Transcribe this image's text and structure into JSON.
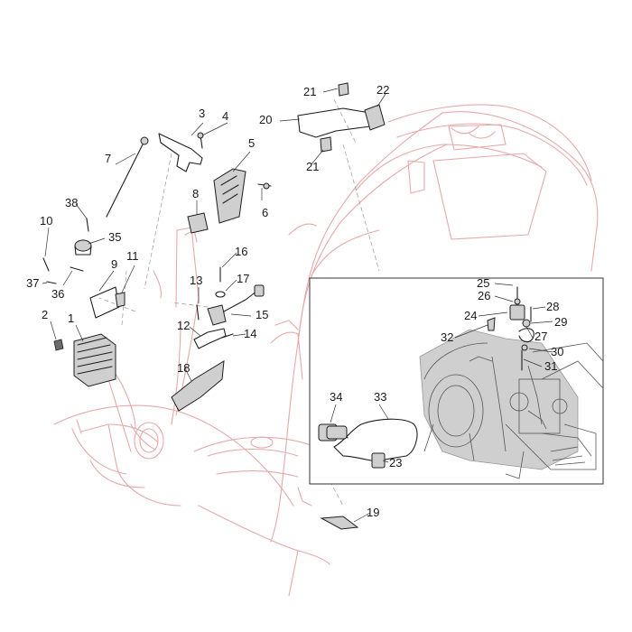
{
  "labels": [
    "1",
    "2",
    "3",
    "4",
    "5",
    "6",
    "7",
    "8",
    "9",
    "10",
    "11",
    "12",
    "13",
    "14",
    "15",
    "16",
    "17",
    "18",
    "19",
    "20",
    "21",
    "21",
    "22",
    "23",
    "24",
    "25",
    "26",
    "27",
    "28",
    "29",
    "30",
    "31",
    "32",
    "33",
    "34",
    "35",
    "36",
    "37",
    "38"
  ],
  "colors": {
    "frame_outline": "#e6a9a9",
    "parts": "#1e1e1e",
    "inset_border": "#333333"
  }
}
